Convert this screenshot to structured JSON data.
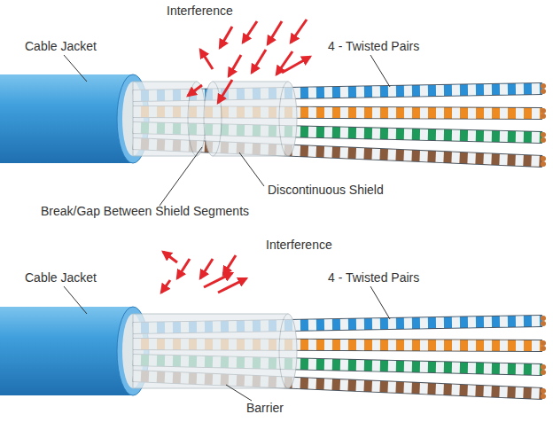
{
  "diagram": {
    "labels": [
      "Interference",
      "Cable Jacket",
      "4 - Twisted Pairs",
      "Discontinuous Shield",
      "Break/Gap Between Shield Segments",
      "Interference",
      "Cable Jacket",
      "4 - Twisted Pairs",
      "Barrier"
    ]
  }
}
